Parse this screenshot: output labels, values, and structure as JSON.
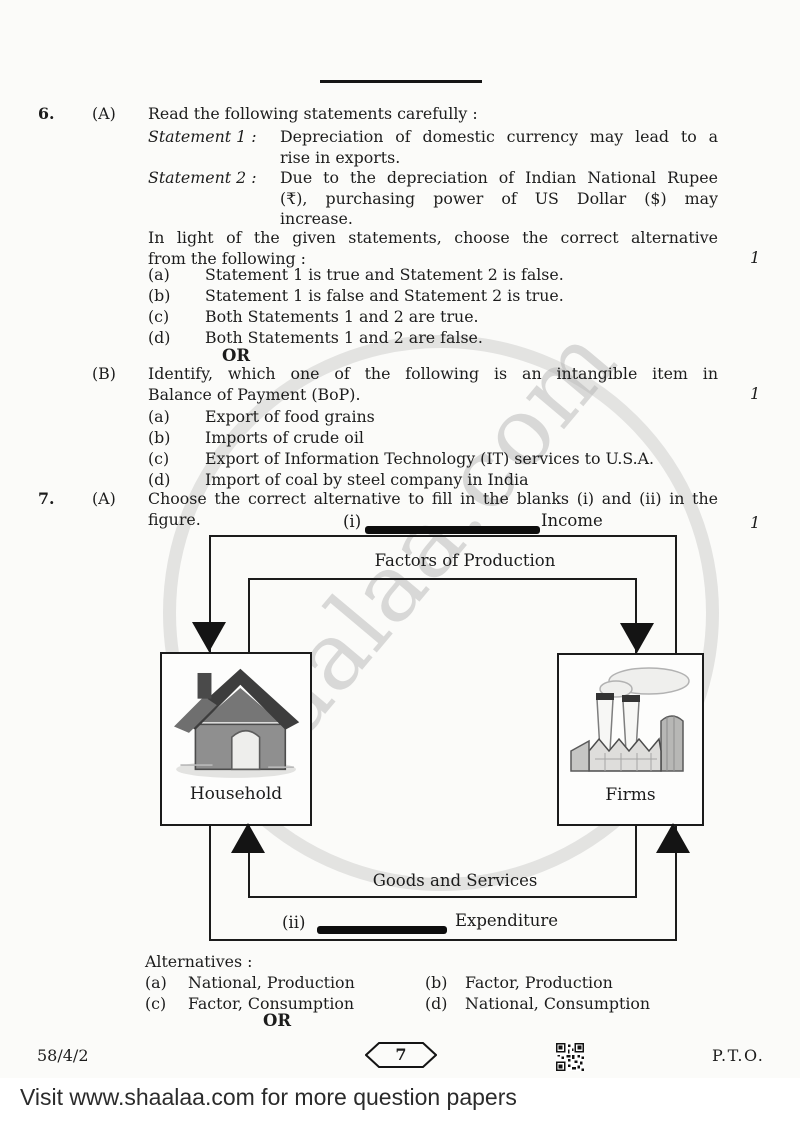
{
  "page": {
    "doc_code": "58/4/2",
    "page_number": "7",
    "pto_label": "P.T.O.",
    "banner_text": "Visit www.shaalaa.com for more question papers",
    "watermark_text": "shaalaa.com"
  },
  "q6": {
    "number": "6.",
    "part_a": {
      "label": "(A)",
      "intro": "Read the following statements carefully :",
      "statements": [
        {
          "label": "Statement 1 :",
          "lines": [
            "Depreciation of domestic currency may lead to a",
            "rise in exports."
          ]
        },
        {
          "label": "Statement 2 :",
          "lines": [
            "Due to the depreciation of Indian National Rupee",
            "(₹), purchasing power of US Dollar ($) may",
            "increase."
          ]
        }
      ],
      "instruction_lines": [
        "In light of the given statements, choose the correct alternative",
        "from the following :"
      ],
      "marks": "1",
      "options": [
        {
          "label": "(a)",
          "text": "Statement 1 is true and Statement 2 is false."
        },
        {
          "label": "(b)",
          "text": "Statement 1 is false and Statement 2 is true."
        },
        {
          "label": "(c)",
          "text": "Both Statements 1 and 2 are true."
        },
        {
          "label": "(d)",
          "text": "Both Statements 1 and 2 are false."
        }
      ],
      "or_label": "OR"
    },
    "part_b": {
      "label": "(B)",
      "lines": [
        "Identify, which one of the following is an intangible item in",
        "Balance of Payment (BoP)."
      ],
      "marks": "1",
      "options": [
        {
          "label": "(a)",
          "text": "Export of food grains"
        },
        {
          "label": "(b)",
          "text": "Imports of crude oil"
        },
        {
          "label": "(c)",
          "text": "Export of Information Technology (IT) services to U.S.A."
        },
        {
          "label": "(d)",
          "text": "Import of coal by steel company in India"
        }
      ]
    }
  },
  "q7": {
    "number": "7.",
    "part_a": {
      "label": "(A)",
      "lines": [
        "Choose the correct alternative to fill in the blanks (i) and (ii) in the",
        "figure."
      ],
      "marks": "1"
    },
    "figure": {
      "blank_i_label": "(i)",
      "income_label": "Income",
      "factors_label": "Factors of Production",
      "household_label": "Household",
      "firms_label": "Firms",
      "goods_label": "Goods and Services",
      "blank_ii_label": "(ii)",
      "expenditure_label": "Expenditure"
    },
    "alternatives_label": "Alternatives :",
    "alternatives": [
      {
        "label": "(a)",
        "text": "National, Production"
      },
      {
        "label": "(b)",
        "text": "Factor, Production"
      },
      {
        "label": "(c)",
        "text": "Factor, Consumption"
      },
      {
        "label": "(d)",
        "text": "National, Consumption"
      }
    ],
    "or_label": "OR"
  }
}
